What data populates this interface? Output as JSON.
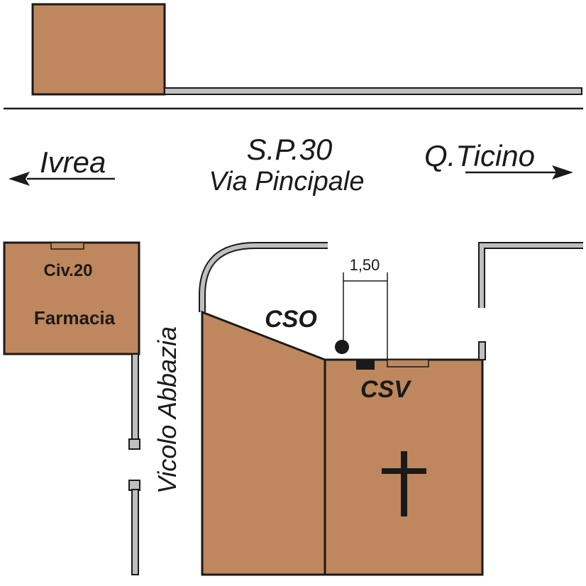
{
  "road": {
    "name": "S.P.30",
    "street": "Via Pincipale"
  },
  "directions": {
    "left": "Ivrea",
    "right": "Q.Ticino"
  },
  "side_street": "Vicolo Abbazia",
  "buildings": {
    "pharmacy": {
      "number": "Civ.20",
      "name": "Farmacia"
    }
  },
  "markers": {
    "cso": "CSO",
    "csv": "CSV",
    "dimension": "1,50"
  },
  "colors": {
    "building_fill": "#bf875d",
    "outline": "#1a1a1a",
    "wall_fill": "#bfbfbf"
  },
  "icons": {
    "church": "cross-icon",
    "arrow_left": "arrow-left-icon",
    "arrow_right": "arrow-right-icon"
  }
}
